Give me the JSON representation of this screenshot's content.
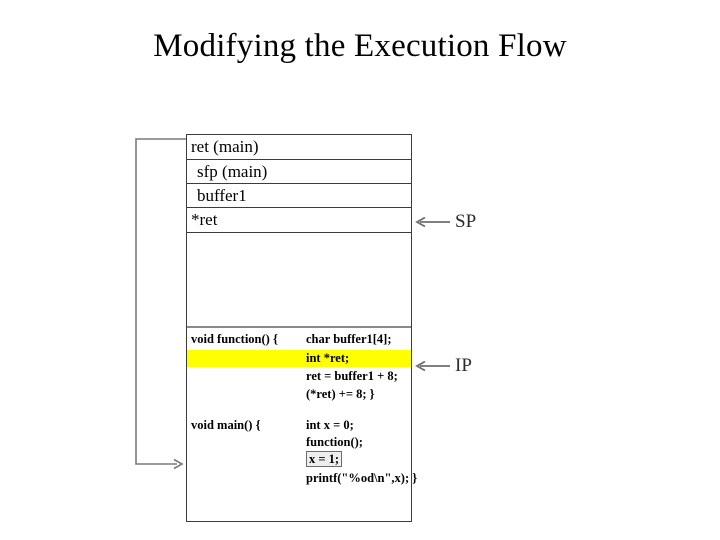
{
  "slide": {
    "title": "Modifying the Execution Flow"
  },
  "stack_diagram": {
    "rows": [
      {
        "label": "ret (main)",
        "indent": false
      },
      {
        "label": "sfp (main)",
        "indent": true
      },
      {
        "label": "buffer1",
        "indent": true
      },
      {
        "label": "*ret",
        "indent": false
      },
      {
        "label": "",
        "indent": false
      }
    ]
  },
  "code": {
    "function_block": {
      "signature": "void function() {",
      "lines": [
        {
          "text": "char buffer1[4];",
          "highlight": false,
          "boxed": false
        },
        {
          "text": "int *ret;",
          "highlight": true,
          "boxed": false
        },
        {
          "text": "ret = buffer1 + 8;",
          "highlight": false,
          "boxed": false
        },
        {
          "text": "(*ret) += 8; }",
          "highlight": false,
          "boxed": false
        }
      ]
    },
    "main_block": {
      "signature": "void main() {",
      "lines": [
        {
          "text": "int x = 0;",
          "highlight": false,
          "boxed": false
        },
        {
          "text": "function();",
          "highlight": false,
          "boxed": false
        },
        {
          "text": "x = 1;",
          "highlight": false,
          "boxed": true
        },
        {
          "text": "printf(\"%od\\n\",x); }",
          "highlight": false,
          "boxed": false
        }
      ]
    }
  },
  "pointers": [
    {
      "name": "SP",
      "label": "SP",
      "icon": "left-arrow-icon"
    },
    {
      "name": "IP",
      "label": "IP",
      "icon": "left-arrow-icon"
    }
  ],
  "colors": {
    "highlight": "#ffff00",
    "box_border": "#3c3c3c",
    "connector": "#7a7a7a",
    "boxed_fill": "#eeeeee",
    "background": "#ffffff",
    "text": "#000000"
  }
}
